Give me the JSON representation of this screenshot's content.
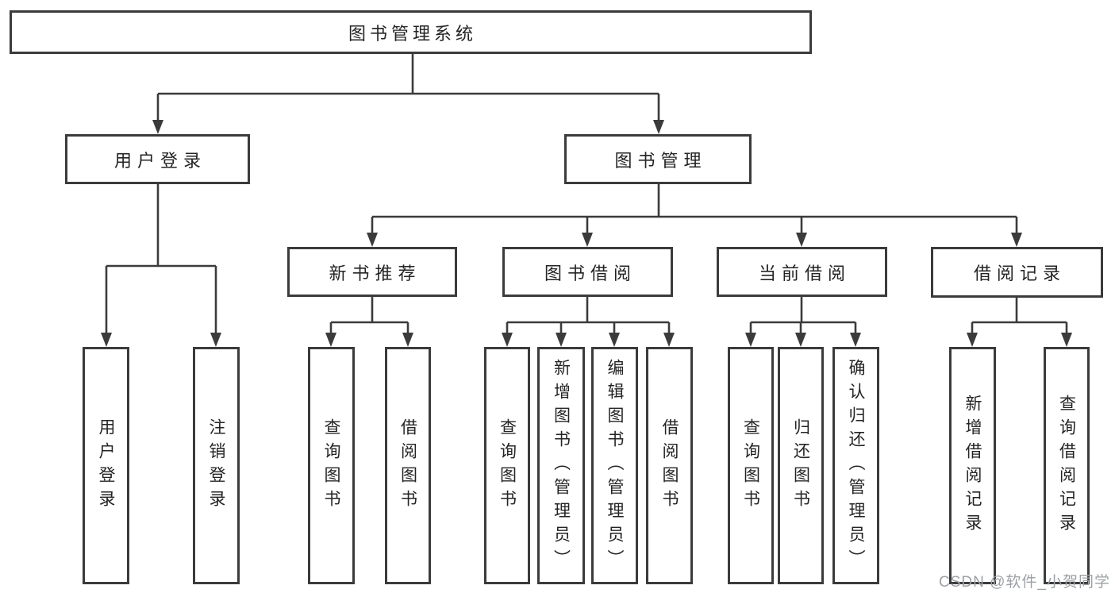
{
  "tree": {
    "root": "图书管理系统",
    "user_login": {
      "label": "用户登录",
      "children": [
        "用户登录",
        "注销登录"
      ]
    },
    "book_mgmt": {
      "label": "图书管理",
      "sections": {
        "new_books": {
          "label": "新书推荐",
          "children": [
            "查询图书",
            "借阅图书"
          ]
        },
        "book_borrow": {
          "label": "图书借阅",
          "children": [
            "查询图书",
            "新增图书（管理员）",
            "编辑图书（管理员）",
            "借阅图书"
          ]
        },
        "current_borrow": {
          "label": "当前借阅",
          "children": [
            "查询图书",
            "归还图书",
            "确认归还（管理员）"
          ]
        },
        "borrow_records": {
          "label": "借阅记录",
          "children": [
            "新增借阅记录",
            "查询借阅记录"
          ]
        }
      }
    }
  },
  "watermark": "CSDN @软件_小贺同学",
  "colors": {
    "line": "#3b3b3b",
    "text": "#242424",
    "watermark": "#9da1a5"
  }
}
